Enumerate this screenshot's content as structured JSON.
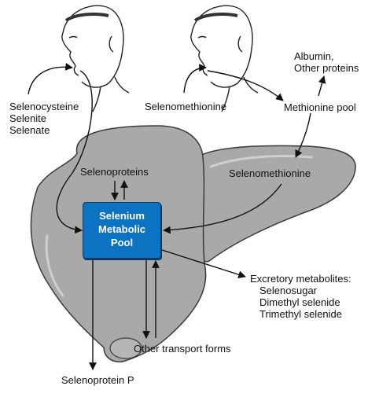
{
  "colors": {
    "liver_fill": "#a9a9a9",
    "liver_stroke": "#3a3a3a",
    "pool_fill": "#0b73c2",
    "pool_text": "#ffffff",
    "face_stroke": "#222222"
  },
  "intake": {
    "left_forms": [
      "Selenocysteine",
      "Selenite",
      "Selenate"
    ],
    "right_form": "Selenomethionine"
  },
  "proteins": [
    "Albumin,",
    "Other proteins"
  ],
  "methionine_pool": "Methionine pool",
  "liver_selenomethionine": "Selenomethionine",
  "selenoproteins": "Selenoproteins",
  "pool": [
    "Selenium",
    "Metabolic",
    "Pool"
  ],
  "excretory": {
    "title": "Excretory metabolites:",
    "items": [
      "Selenosugar",
      "Dimethyl selenide",
      "Trimethyl selenide"
    ]
  },
  "transport": "Other transport forms",
  "selenoprotein_p": "Selenoprotein P"
}
